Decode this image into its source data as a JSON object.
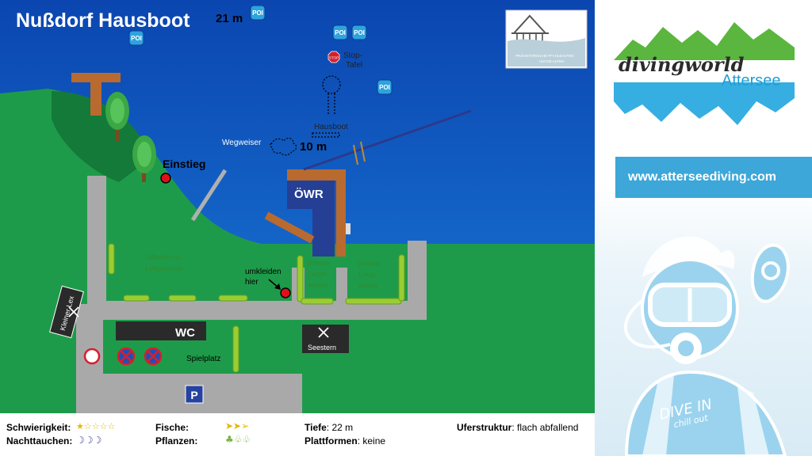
{
  "map": {
    "title": "Nußdorf Hausboot",
    "depth_21": "21 m",
    "depth_10": "10 m",
    "poi_label": "POI",
    "stop_sign_label": "STOP",
    "stop_tafel_line1": "Stop-",
    "stop_tafel_line2": "Tafel",
    "hausboot": "Hausboot",
    "wegweiser": "Wegweiser",
    "einstieg": "Einstieg",
    "owr": "ÖWR",
    "public_lawn_line1": "öffentliche",
    "public_lawn_line2": "Liegewiese",
    "private1_line1": "private",
    "private1_line2": "Liege-",
    "private1_line3": "wiese",
    "private2_line1": "private",
    "private2_line2": "Liege-",
    "private2_line3": "wiese",
    "umkleiden_line1": "umkleiden",
    "umkleiden_line2": "hier",
    "kleiner_lex": "Kleiner Lex",
    "wc": "WC",
    "seestern": "Seestern",
    "spielplatz": "Spielplatz",
    "parking": "P",
    "emblem_line1": "PRÄHISTORISCHE PFAHLBAUTEN",
    "emblem_line2": "UM DIE ALPEN"
  },
  "panel": {
    "logo_text": "divingworld",
    "logo_sub": "Attersee",
    "website": "www.atterseediving.com",
    "dive_text": "DIVE IN",
    "chill_text": "chill out"
  },
  "info": {
    "difficulty_key": "Schwierigkeit:",
    "difficulty_stars": "★☆☆☆☆",
    "night_key": "Nachttauchen:",
    "night_icons": "☽☽☽",
    "fish_key": "Fische:",
    "fish_icons": "➤➤➢",
    "plants_key": "Pflanzen:",
    "plants_icons": "♣♧♧",
    "depth_key": "Tiefe",
    "depth_value": ": 22 m",
    "platforms_key": "Plattformen",
    "platforms_value": ": keine",
    "shore_key": "Uferstruktur",
    "shore_value": ": flach abfallend"
  },
  "colors": {
    "water_top": "#0b4fb8",
    "water_bottom": "#1a79d6",
    "grass": "#1e9b4a",
    "grass_dark": "#137a3a",
    "road": "#a9a9a9",
    "wood": "#b96a2f",
    "owr_blue": "#253f95",
    "accent": "#3ca7d8"
  }
}
